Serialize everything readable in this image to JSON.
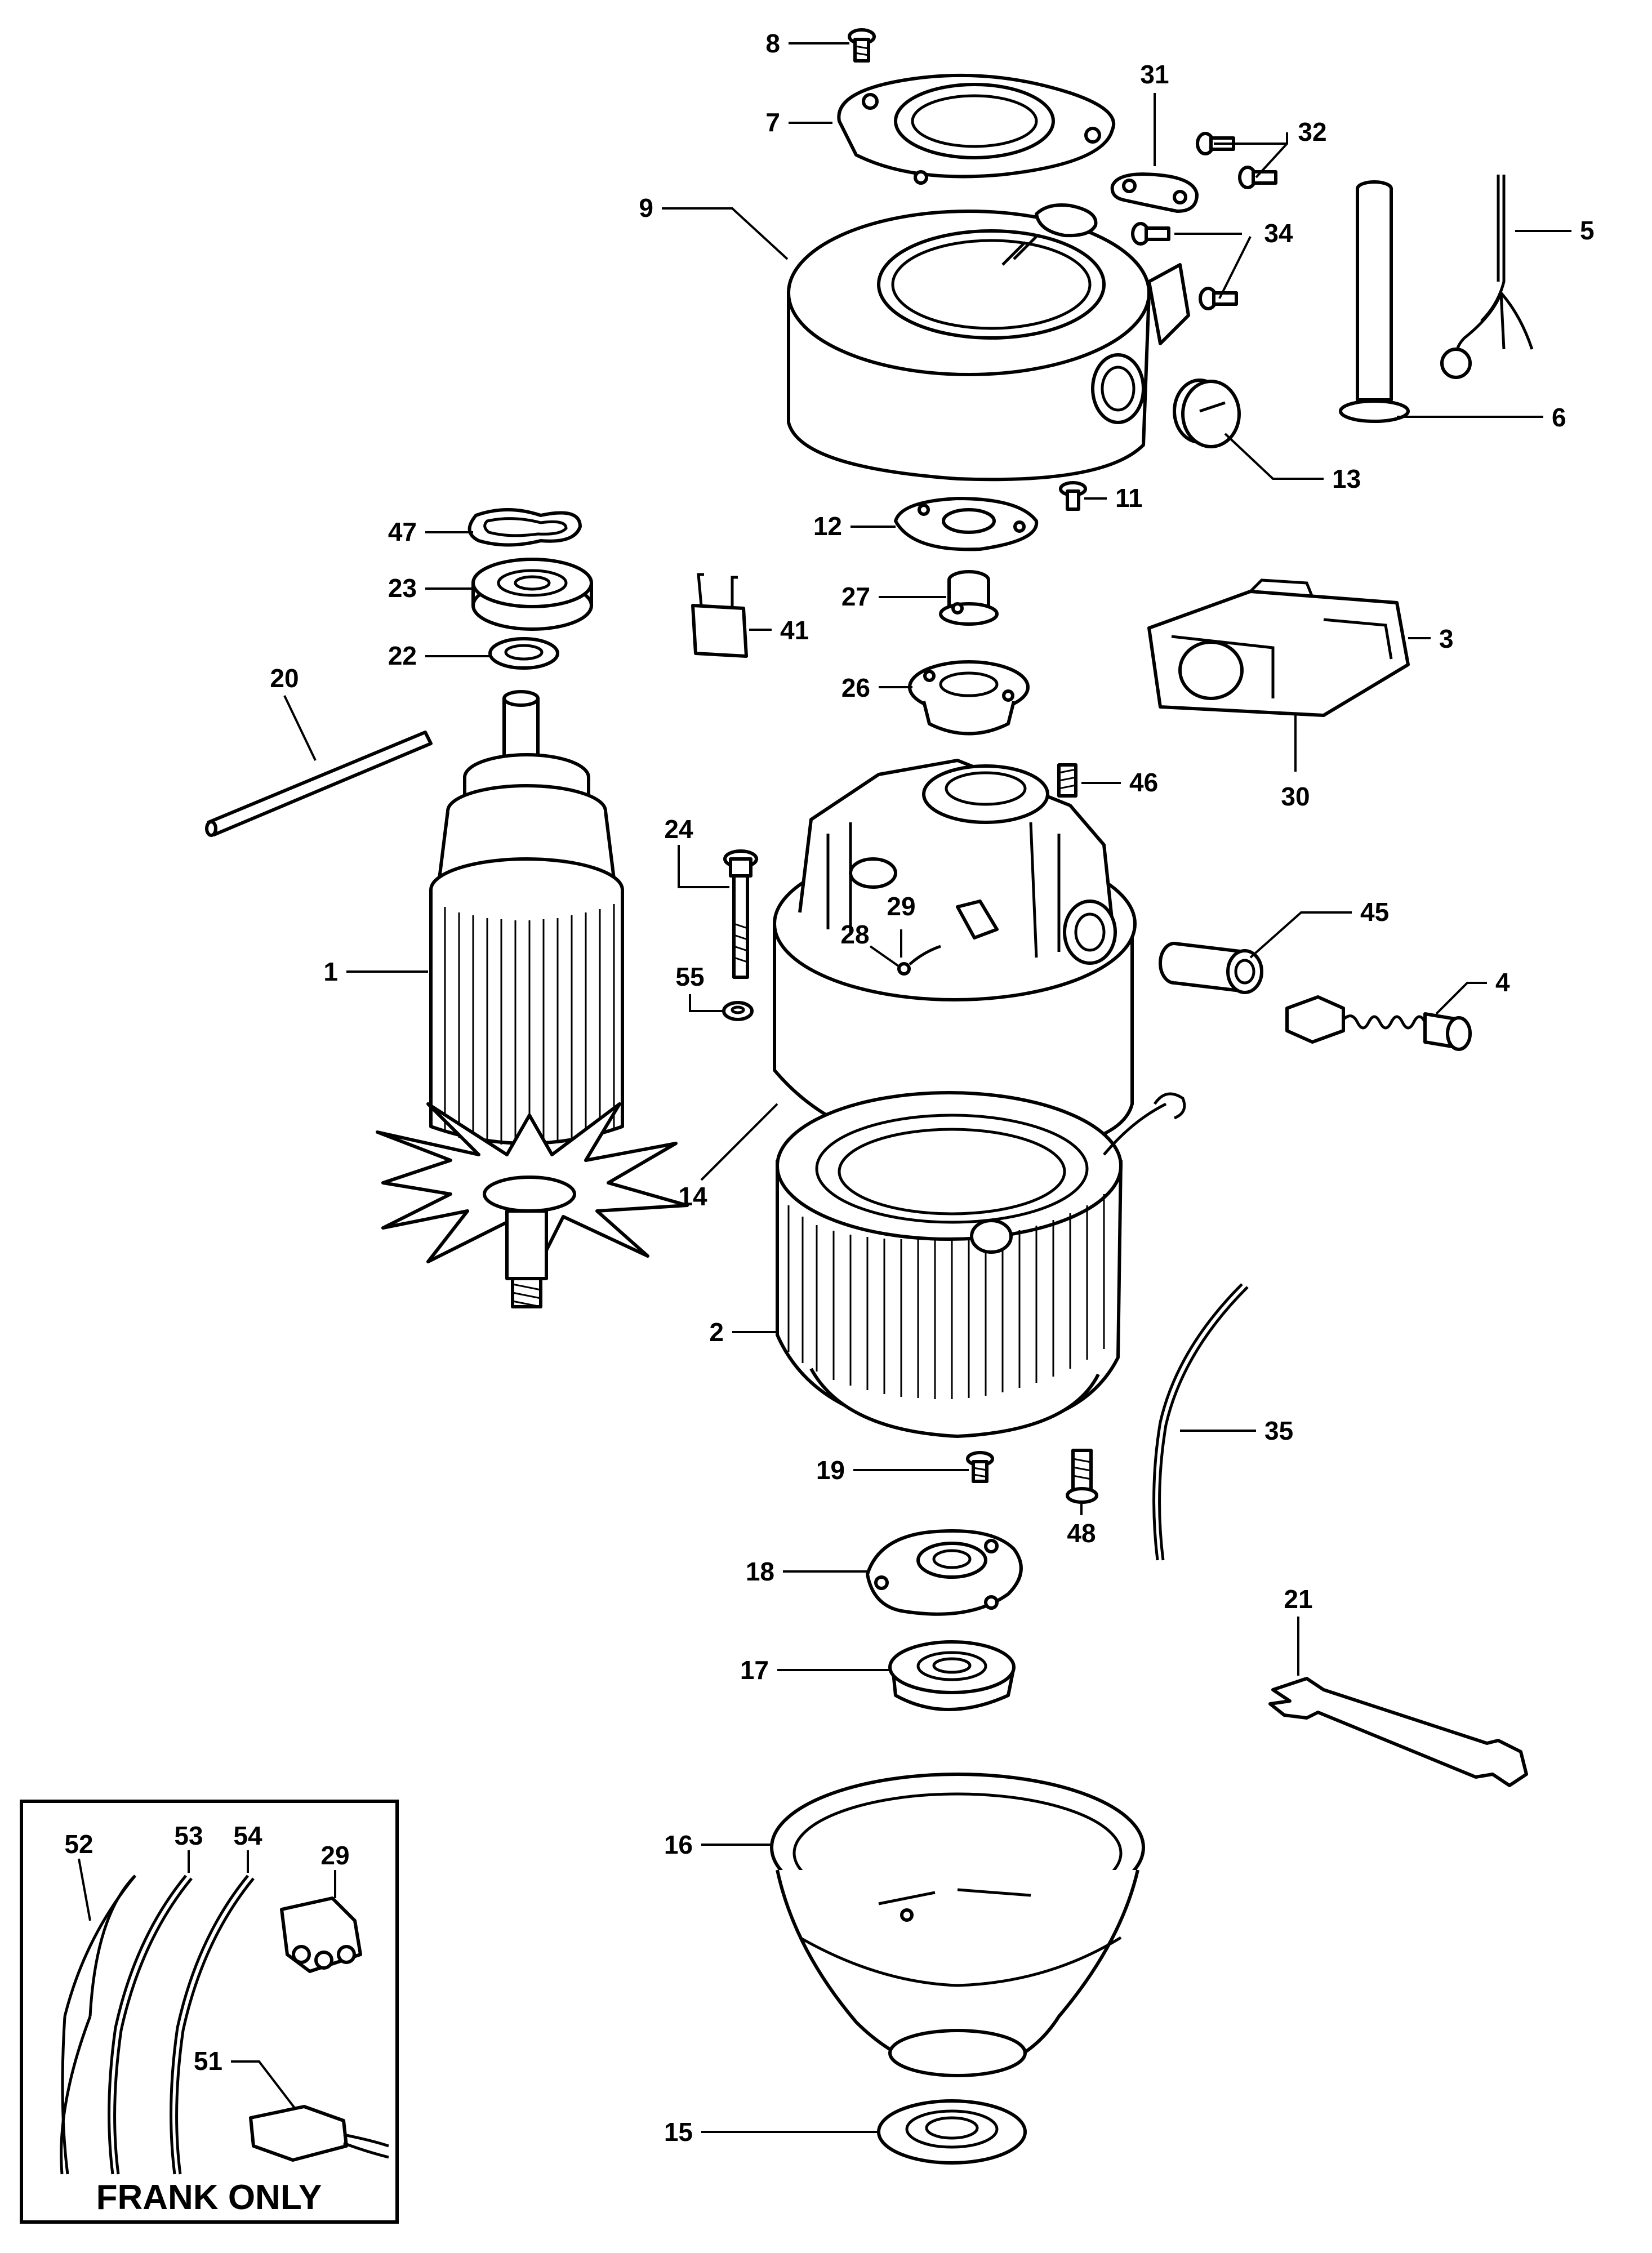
{
  "callouts": [
    {
      "id": "8",
      "text": "8"
    },
    {
      "id": "7",
      "text": "7"
    },
    {
      "id": "9",
      "text": "9"
    },
    {
      "id": "31",
      "text": "31"
    },
    {
      "id": "32",
      "text": "32"
    },
    {
      "id": "34",
      "text": "34"
    },
    {
      "id": "5",
      "text": "5"
    },
    {
      "id": "6",
      "text": "6"
    },
    {
      "id": "13",
      "text": "13"
    },
    {
      "id": "11",
      "text": "11"
    },
    {
      "id": "12",
      "text": "12"
    },
    {
      "id": "47",
      "text": "47"
    },
    {
      "id": "23",
      "text": "23"
    },
    {
      "id": "22",
      "text": "22"
    },
    {
      "id": "27",
      "text": "27"
    },
    {
      "id": "41",
      "text": "41"
    },
    {
      "id": "3",
      "text": "3"
    },
    {
      "id": "26",
      "text": "26"
    },
    {
      "id": "30",
      "text": "30"
    },
    {
      "id": "20",
      "text": "20"
    },
    {
      "id": "46",
      "text": "46"
    },
    {
      "id": "24",
      "text": "24"
    },
    {
      "id": "29",
      "text": "29"
    },
    {
      "id": "28",
      "text": "28"
    },
    {
      "id": "45",
      "text": "45"
    },
    {
      "id": "55",
      "text": "55"
    },
    {
      "id": "4",
      "text": "4"
    },
    {
      "id": "1",
      "text": "1"
    },
    {
      "id": "14",
      "text": "14"
    },
    {
      "id": "2",
      "text": "2"
    },
    {
      "id": "35",
      "text": "35"
    },
    {
      "id": "19",
      "text": "19"
    },
    {
      "id": "48",
      "text": "48"
    },
    {
      "id": "18",
      "text": "18"
    },
    {
      "id": "21",
      "text": "21"
    },
    {
      "id": "17",
      "text": "17"
    },
    {
      "id": "52",
      "text": "52"
    },
    {
      "id": "53",
      "text": "53"
    },
    {
      "id": "54",
      "text": "54"
    },
    {
      "id": "29b",
      "text": "29"
    },
    {
      "id": "16",
      "text": "16"
    },
    {
      "id": "51",
      "text": "51"
    },
    {
      "id": "15",
      "text": "15"
    }
  ],
  "inset": {
    "caption": "FRANK ONLY"
  }
}
